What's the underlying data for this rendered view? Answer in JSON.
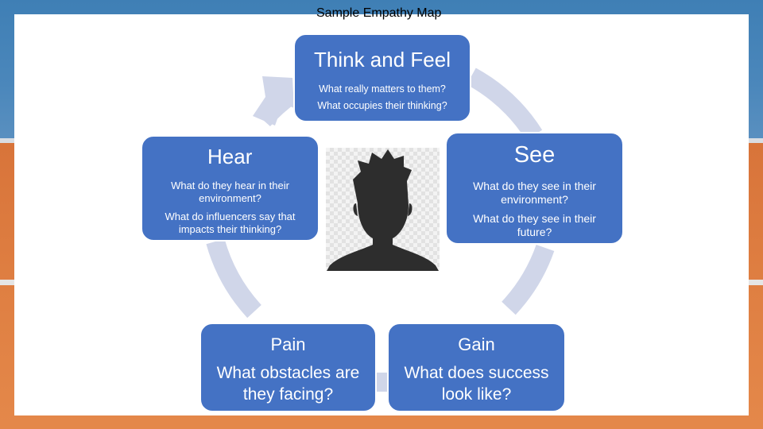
{
  "title": "Sample Empathy Map",
  "colors": {
    "box_fill": "#4472c4",
    "cycle_arrow": "#d0d6e9",
    "band_top": "#4a85ba",
    "band_bottom": "#df7f42"
  },
  "think_feel": {
    "heading": "Think and Feel",
    "lines": [
      "What really matters to them?",
      "What occupies their thinking?"
    ]
  },
  "hear": {
    "heading": "Hear",
    "lines": [
      "What do they hear in their environment?",
      "What do influencers say that impacts their thinking?"
    ]
  },
  "see": {
    "heading": "See",
    "lines": [
      "What do they see in their environment?",
      "What do they see in their future?"
    ]
  },
  "pain": {
    "heading": "Pain",
    "text": "What obstacles are they facing?"
  },
  "gain": {
    "heading": "Gain",
    "text": "What does success look like?"
  },
  "portrait_icon": "person-silhouette-icon"
}
